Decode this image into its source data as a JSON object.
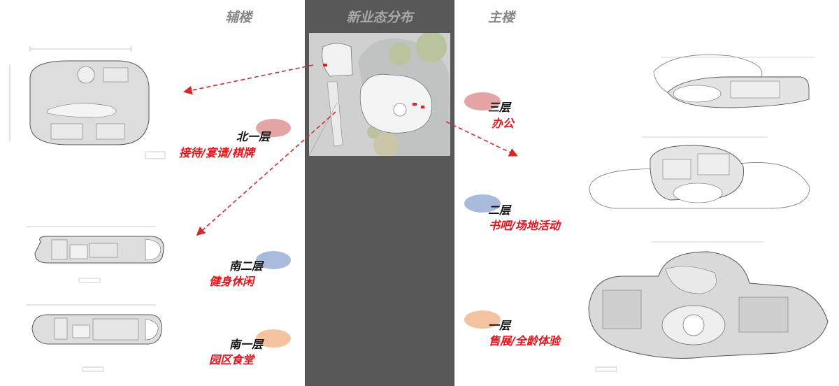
{
  "headers": {
    "left": "辅楼",
    "center": "新业态分布",
    "right": "主楼"
  },
  "floors": [
    {
      "id": "north1",
      "name": "北一层",
      "use": "接待/宴请/棋牌",
      "color": "#e29a9a"
    },
    {
      "id": "south2",
      "name": "南二层",
      "use": "健身休闲",
      "color": "#9fb4d8"
    },
    {
      "id": "south1",
      "name": "南一层",
      "use": "园区食堂",
      "color": "#f2bb93"
    },
    {
      "id": "main3",
      "name": "三层",
      "use": "办公",
      "color": "#e29a9a"
    },
    {
      "id": "main2",
      "name": "二层",
      "use": "书吧/场地活动",
      "color": "#9fb4d8"
    },
    {
      "id": "main1",
      "name": "一层",
      "use": "售展/全龄体验",
      "color": "#f2bb93"
    }
  ],
  "colors": {
    "arrow": "#d42a2a",
    "center_panel": "#585858"
  }
}
